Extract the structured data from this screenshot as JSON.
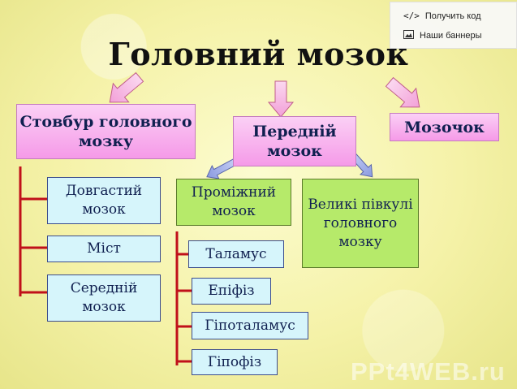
{
  "title": "Головний мозок",
  "toolbar": {
    "get_code": "Получить код",
    "banners": "Наши баннеры"
  },
  "nodes": {
    "stem": "Стовбур головного мозку",
    "forebrain": "Передній мозок",
    "cerebellum": "Мозочок",
    "medulla": "Довгастий мозок",
    "pons": "Міст",
    "midbrain": "Середній мозок",
    "diencephalon": "Проміжний мозок",
    "hemispheres": "Великі півкулі головного мозку",
    "thalamus": "Таламус",
    "epiphysis": "Епіфіз",
    "hypothalamus": "Гіпоталамус",
    "hypophysis": "Гіпофіз"
  },
  "watermark": "PPt4WEB.ru",
  "colors": {
    "pink_box": "#f59ae8",
    "cyan_box": "#d6f5fb",
    "green_box": "#b6ea6a",
    "connector_red": "#c0101a",
    "arrow_blue": "#8899dd"
  }
}
